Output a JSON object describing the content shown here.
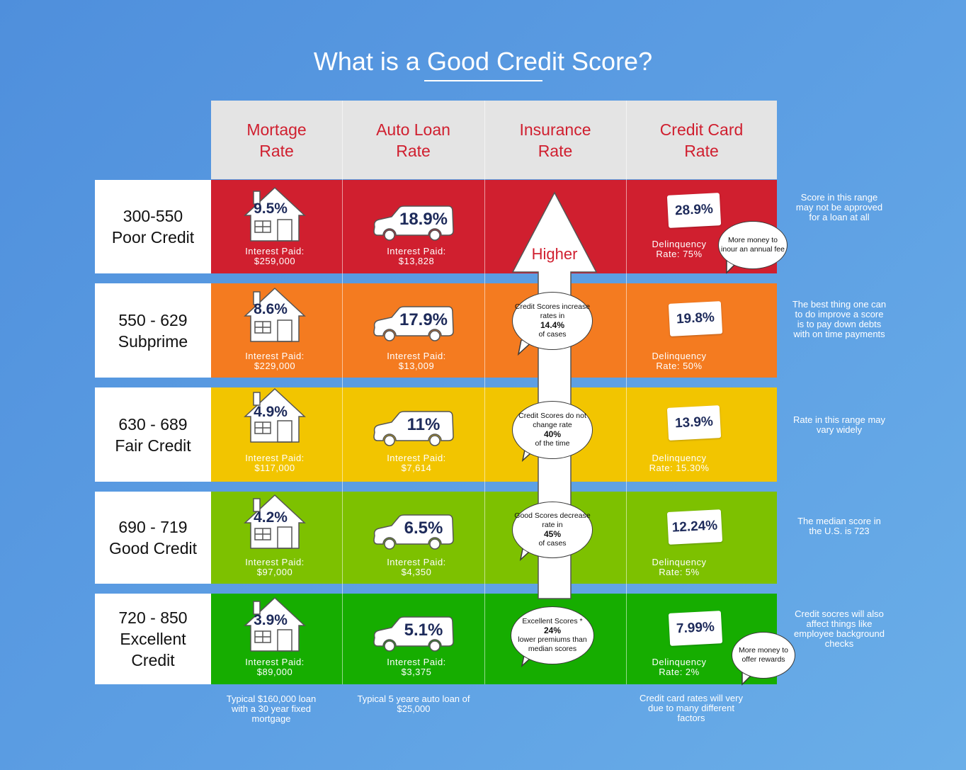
{
  "title": "What is a Good Credit Score?",
  "columns": [
    {
      "label": "Mortage\nRate"
    },
    {
      "label": "Auto Loan\nRate"
    },
    {
      "label": "Insurance\nRate"
    },
    {
      "label": "Credit Card\nRate"
    }
  ],
  "colors": {
    "header_text": "#d01f2f",
    "poor": "#d01f2f",
    "subprime": "#f47b20",
    "fair": "#f2c500",
    "good": "#7dc100",
    "excellent": "#16ad00",
    "rate_text": "#1d2a5a"
  },
  "rows": [
    {
      "label": "300-550\nPoor Credit",
      "mortgage_rate": "9.5%",
      "mortgage_paid_label": "Interest Paid:",
      "mortgage_paid": "$259,000",
      "auto_rate": "18.9%",
      "auto_paid_label": "Interest Paid:",
      "auto_paid": "$13,828",
      "card_rate": "28.9%",
      "delinquency_label": "Delinquency",
      "delinquency": "Rate: 75%",
      "side_note": "Score in this range may not be approved for a loan at all"
    },
    {
      "label": "550 - 629\nSubprime",
      "mortgage_rate": "8.6%",
      "mortgage_paid_label": "Interest Paid:",
      "mortgage_paid": "$229,000",
      "auto_rate": "17.9%",
      "auto_paid_label": "Interest Paid:",
      "auto_paid": "$13,009",
      "card_rate": "19.8%",
      "delinquency_label": "Delinquency",
      "delinquency": "Rate: 50%",
      "side_note": "The best thing one can to do improve a score is to pay down debts with on time payments"
    },
    {
      "label": "630 - 689\nFair Credit",
      "mortgage_rate": "4.9%",
      "mortgage_paid_label": "Interest Paid:",
      "mortgage_paid": "$117,000",
      "auto_rate": "11%",
      "auto_paid_label": "Interest Paid:",
      "auto_paid": "$7,614",
      "card_rate": "13.9%",
      "delinquency_label": "Delinquency",
      "delinquency": "Rate: 15.30%",
      "side_note": "Rate in this range may vary widely"
    },
    {
      "label": "690 - 719\nGood Credit",
      "mortgage_rate": "4.2%",
      "mortgage_paid_label": "Interest Paid:",
      "mortgage_paid": "$97,000",
      "auto_rate": "6.5%",
      "auto_paid_label": "Interest Paid:",
      "auto_paid": "$4,350",
      "card_rate": "12.24%",
      "delinquency_label": "Delinquency",
      "delinquency": "Rate: 5%",
      "side_note": "The median score in the U.S. is 723"
    },
    {
      "label": "720 - 850\nExcellent\nCredit",
      "mortgage_rate": "3.9%",
      "mortgage_paid_label": "Interest Paid:",
      "mortgage_paid": "$89,000",
      "auto_rate": "5.1%",
      "auto_paid_label": "Interest Paid:",
      "auto_paid": "$3,375",
      "card_rate": "7.99%",
      "delinquency_label": "Delinquency",
      "delinquency": "Rate: 2%",
      "side_note": "Credit socres will also affect things like employee background checks"
    }
  ],
  "insurance": {
    "arrow_label": "Higher",
    "bubbles": [
      {
        "pre": "Credit Scores increase rates in",
        "value": "14.4%",
        "post": "of cases"
      },
      {
        "pre": "Credit Scores do not change rate",
        "value": "40%",
        "post": "of the time"
      },
      {
        "pre": "Good Scores decrease rate in",
        "value": "45%",
        "post": "of cases"
      },
      {
        "pre": "Excellent Scores *",
        "value": "24%",
        "post": "lower premiums than median scores"
      }
    ]
  },
  "card_bubbles": {
    "poor": "More money to inour an annual fee",
    "excellent": "More money to offer rewards"
  },
  "footnotes": {
    "mortgage": "Typical $160,000 loan with a 30 year fixed mortgage",
    "auto": "Typical 5 yeare auto loan of $25,000",
    "card": "Credit card rates will very due to many different factors"
  }
}
